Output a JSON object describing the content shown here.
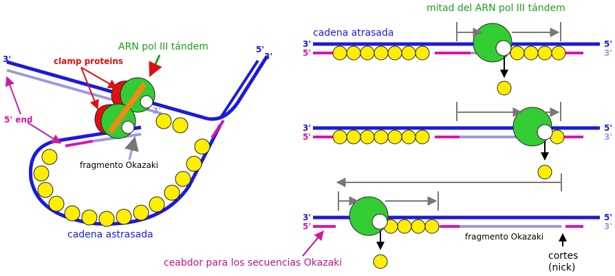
{
  "labels": {
    "rna_pol_tandem": "ARN pol III tándem",
    "clamp_proteins": "clamp proteins",
    "five_prime_end": "5' end",
    "okazaki_fragment_left": "fragmento Okazaki",
    "lagging_strand_left": "cadena astrasada",
    "half_pol_tandem": "mitad del ARN pol III tándem",
    "lagging_strand_right": "cadena atrasada",
    "okazaki_fragment_right": "fragmento Okazaki",
    "primer_label": "ceabdor para los secuencias Okazaki",
    "nick_label_1": "cortes",
    "nick_label_2": "(nick)"
  },
  "strand_ends": {
    "three": "3'",
    "five": "5'"
  },
  "colors": {
    "template_strand": "#1a1adc",
    "new_strand": "#9a9ae0",
    "primer": "#e010b0",
    "polymerase": "#33cc33",
    "clamp": "#e01010",
    "bead": "#ffee00",
    "arrow_gray": "#777777"
  }
}
